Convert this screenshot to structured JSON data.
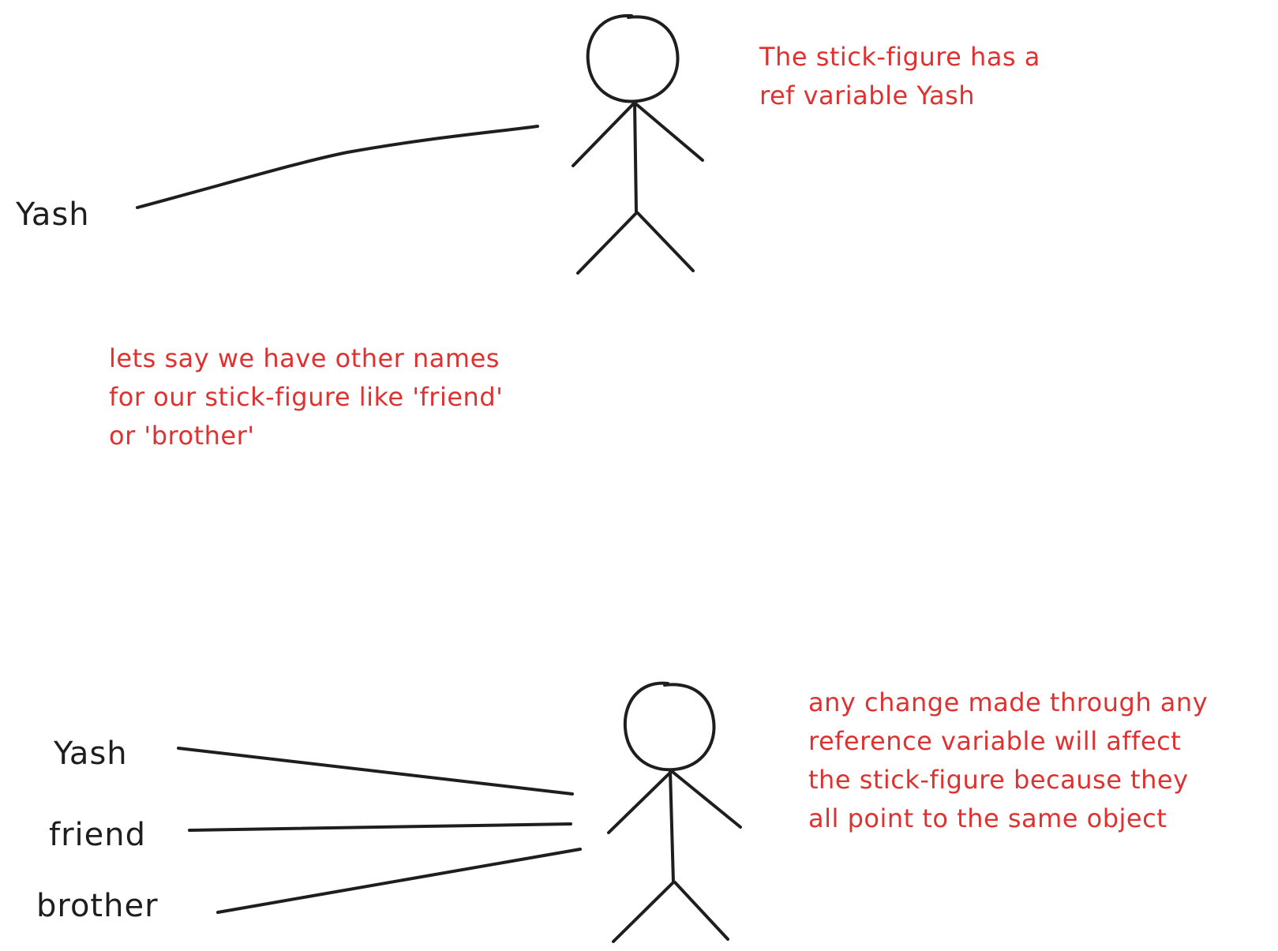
{
  "scene_top": {
    "variable_label": "Yash",
    "note_lines": [
      "The stick-figure has a",
      "ref variable Yash"
    ]
  },
  "middle_note": {
    "lines": [
      "lets say we have other names",
      "for our stick-figure like 'friend'",
      "or 'brother'"
    ]
  },
  "scene_bottom": {
    "variable_labels": [
      "Yash",
      "friend",
      "brother"
    ],
    "note_lines": [
      "any change made through any",
      "reference variable will affect",
      "the stick-figure because they",
      "all point to the same object"
    ]
  },
  "colors": {
    "stroke": "#1e1e1e",
    "annotation": "#e03131",
    "background": "#ffffff"
  }
}
